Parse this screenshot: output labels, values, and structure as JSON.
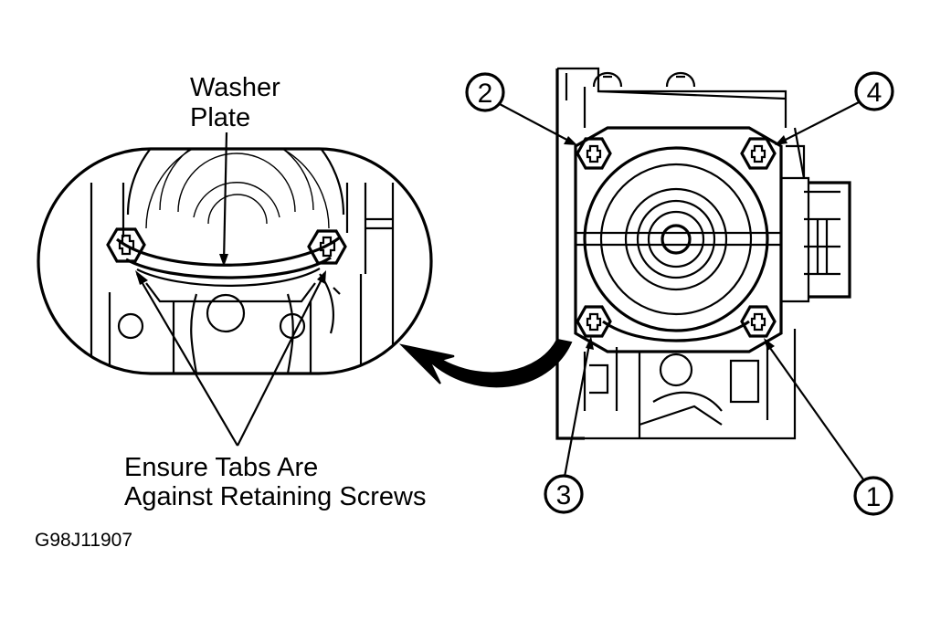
{
  "labels": {
    "washer_plate_line1": "Washer",
    "washer_plate_line2": "Plate",
    "note_line1": "Ensure Tabs Are",
    "note_line2": "Against Retaining Screws",
    "figure_code": "G98J11907"
  },
  "callouts": [
    "1",
    "2",
    "3",
    "4"
  ],
  "colors": {
    "ink": "#000000",
    "paper": "#ffffff"
  }
}
